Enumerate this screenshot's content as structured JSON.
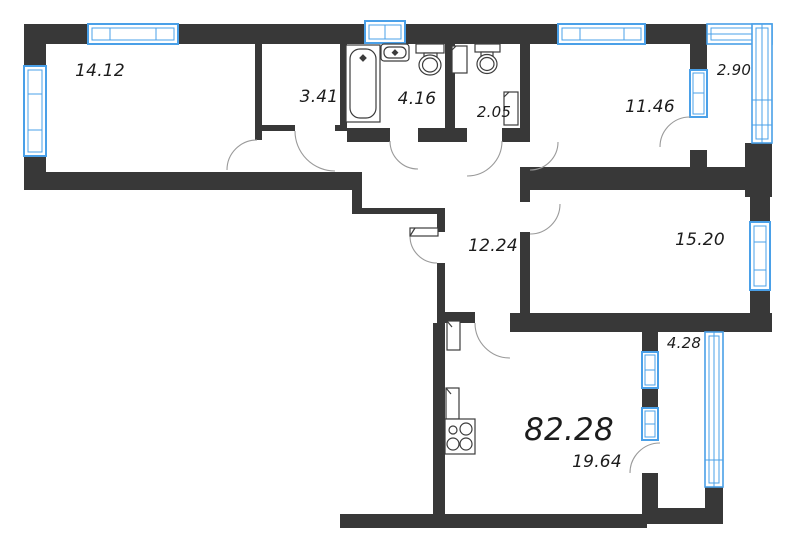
{
  "floor_plan": {
    "total_area": "82.28",
    "rooms": [
      {
        "name": "bedroom-top-left",
        "area": "14.12"
      },
      {
        "name": "storage",
        "area": "3.41"
      },
      {
        "name": "bathroom",
        "area": "4.16"
      },
      {
        "name": "wc",
        "area": "2.05"
      },
      {
        "name": "room-top-right",
        "area": "11.46"
      },
      {
        "name": "balcony-top",
        "area": "2.90"
      },
      {
        "name": "room-right",
        "area": "15.20"
      },
      {
        "name": "hallway",
        "area": "12.24"
      },
      {
        "name": "balcony-bottom",
        "area": "4.28"
      },
      {
        "name": "kitchen-living",
        "area": "19.64"
      }
    ],
    "fixtures": [
      "bathtub",
      "sink",
      "toilet",
      "toilet",
      "washing-machine",
      "boiler",
      "stove",
      "kitchen-cabinet",
      "door-leaf"
    ],
    "colors": {
      "wall": "#383838",
      "window_frame": "#4aa0e8",
      "door_arc": "#9a9a9a",
      "fixture_outline": "#3c3c3c",
      "label_text": "#1c1c1c",
      "background": "#ffffff"
    }
  }
}
